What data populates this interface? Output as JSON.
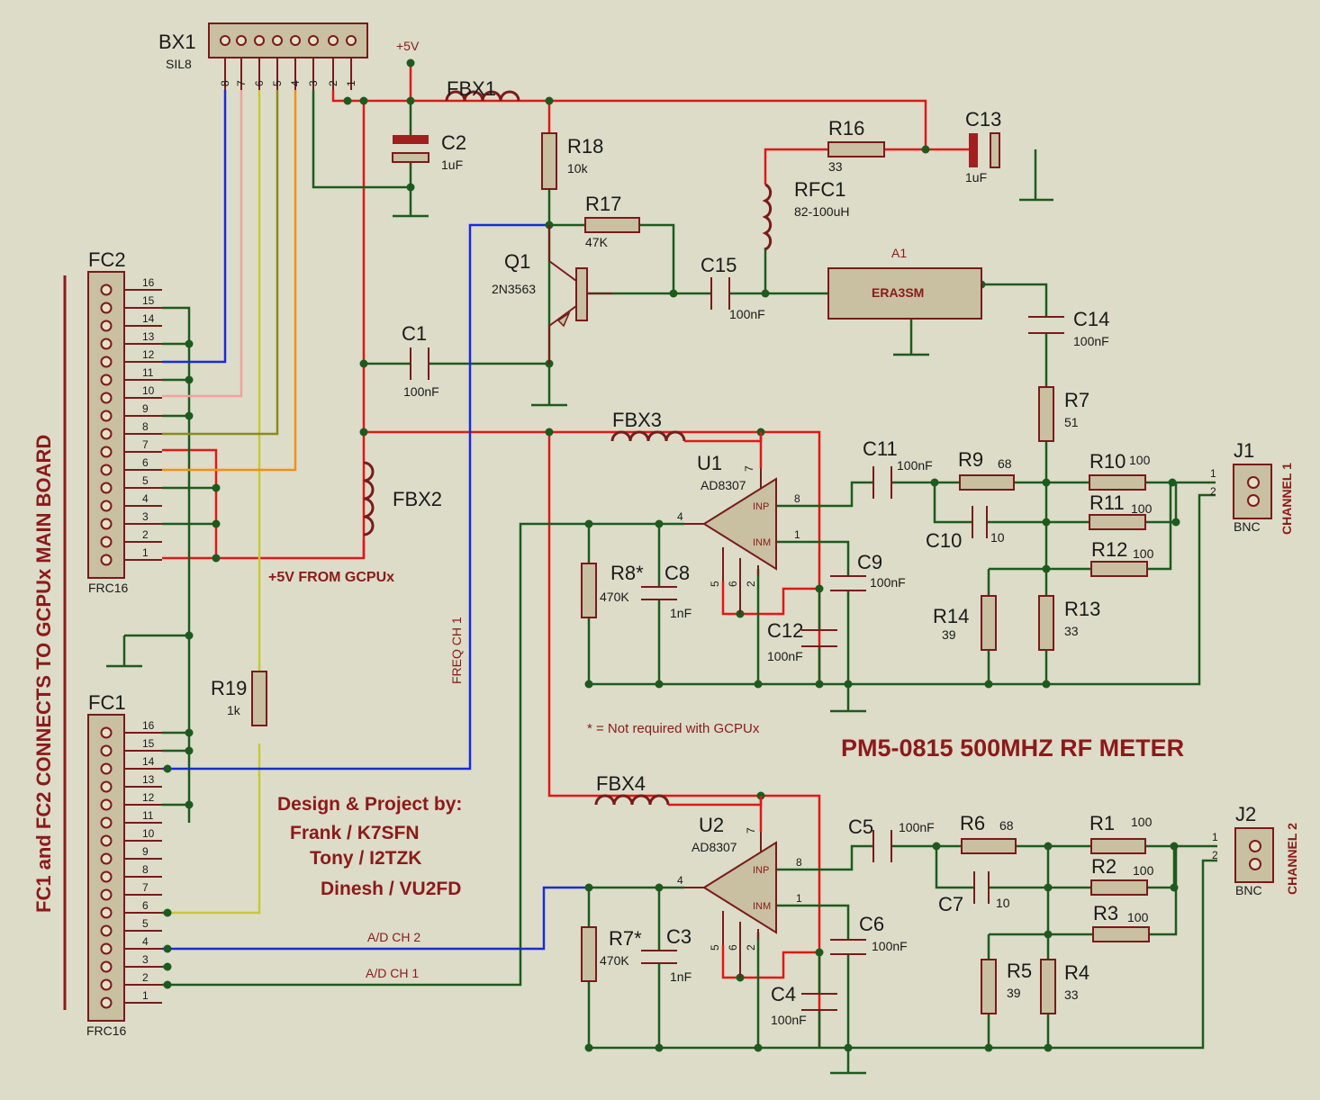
{
  "title": "PM5-0815 500MHZ RF METER",
  "side_note": "FC1 and FC2 CONNECTS TO GCPUx MAIN BOARD",
  "power_note": "+5V FROM GCPUx",
  "footnote": "* = Not required with GCPUx",
  "credits": {
    "heading": "Design & Project by:",
    "names": [
      "Frank / K7SFN",
      "Tony / I2TZK",
      "Dinesh / VU2FD"
    ]
  },
  "rail": "+5V",
  "nets": {
    "freq": "FREQ CH 1",
    "ad2": "A/D CH 2",
    "ad1": "A/D CH 1"
  },
  "bx1": {
    "ref": "BX1",
    "value": "SIL8",
    "pins": [
      "8",
      "7",
      "6",
      "5",
      "4",
      "3",
      "2",
      "1"
    ]
  },
  "fc2": {
    "ref": "FC2",
    "value": "FRC16",
    "pins": [
      "16",
      "15",
      "14",
      "13",
      "12",
      "11",
      "10",
      "9",
      "8",
      "7",
      "6",
      "5",
      "4",
      "3",
      "2",
      "1"
    ]
  },
  "fc1": {
    "ref": "FC1",
    "value": "FRC16",
    "pins": [
      "16",
      "15",
      "14",
      "13",
      "12",
      "11",
      "10",
      "9",
      "8",
      "7",
      "6",
      "5",
      "4",
      "3",
      "2",
      "1"
    ]
  },
  "parts": {
    "C2": {
      "ref": "C2",
      "value": "1uF"
    },
    "FBX1": {
      "ref": "FBX1"
    },
    "R18": {
      "ref": "R18",
      "value": "10k"
    },
    "R17": {
      "ref": "R17",
      "value": "47K"
    },
    "R16": {
      "ref": "R16",
      "value": "33"
    },
    "C13": {
      "ref": "C13",
      "value": "1uF"
    },
    "RFC1": {
      "ref": "RFC1",
      "value": "82-100uH"
    },
    "Q1": {
      "ref": "Q1",
      "value": "2N3563"
    },
    "C15": {
      "ref": "C15",
      "value": "100nF"
    },
    "A1": {
      "ref": "A1",
      "value": "ERA3SM"
    },
    "C14": {
      "ref": "C14",
      "value": "100nF"
    },
    "C1": {
      "ref": "C1",
      "value": "100nF"
    },
    "R7t": {
      "ref": "R7",
      "value": "51"
    },
    "FBX3": {
      "ref": "FBX3"
    },
    "FBX2": {
      "ref": "FBX2"
    },
    "U1": {
      "ref": "U1",
      "value": "AD8307"
    },
    "C11": {
      "ref": "C11",
      "value": "100nF"
    },
    "R9": {
      "ref": "R9",
      "value": "68"
    },
    "R10": {
      "ref": "R10",
      "value": "100"
    },
    "R11": {
      "ref": "R11",
      "value": "100"
    },
    "R12": {
      "ref": "R12",
      "value": "100"
    },
    "C10": {
      "ref": "C10",
      "value": "10"
    },
    "J1": {
      "ref": "J1",
      "value": "BNC",
      "label": "CHANNEL 1"
    },
    "R8": {
      "ref": "R8*",
      "value": "470K"
    },
    "C8": {
      "ref": "C8",
      "value": "1nF"
    },
    "C9": {
      "ref": "C9",
      "value": "100nF"
    },
    "C12": {
      "ref": "C12",
      "value": "100nF"
    },
    "R14": {
      "ref": "R14",
      "value": "39"
    },
    "R13": {
      "ref": "R13",
      "value": "33"
    },
    "R19": {
      "ref": "R19",
      "value": "1k"
    },
    "FBX4": {
      "ref": "FBX4"
    },
    "U2": {
      "ref": "U2",
      "value": "AD8307"
    },
    "C5": {
      "ref": "C5",
      "value": "100nF"
    },
    "R6": {
      "ref": "R6",
      "value": "68"
    },
    "R1": {
      "ref": "R1",
      "value": "100"
    },
    "R2": {
      "ref": "R2",
      "value": "100"
    },
    "R3": {
      "ref": "R3",
      "value": "100"
    },
    "C7": {
      "ref": "C7",
      "value": "10"
    },
    "J2": {
      "ref": "J2",
      "value": "BNC",
      "label": "CHANNEL 2"
    },
    "R7b": {
      "ref": "R7*",
      "value": "470K"
    },
    "C3": {
      "ref": "C3",
      "value": "1nF"
    },
    "C6": {
      "ref": "C6",
      "value": "100nF"
    },
    "C4": {
      "ref": "C4",
      "value": "100nF"
    },
    "R5": {
      "ref": "R5",
      "value": "39"
    },
    "R4": {
      "ref": "R4",
      "value": "33"
    }
  },
  "opamp_pins": {
    "inp": "INP",
    "inm": "INM",
    "p4": "4",
    "p7": "7",
    "p8": "8",
    "p1": "1",
    "p5": "5",
    "p6": "6",
    "p2": "2"
  },
  "jack_pins": {
    "p1": "1",
    "p2": "2"
  }
}
